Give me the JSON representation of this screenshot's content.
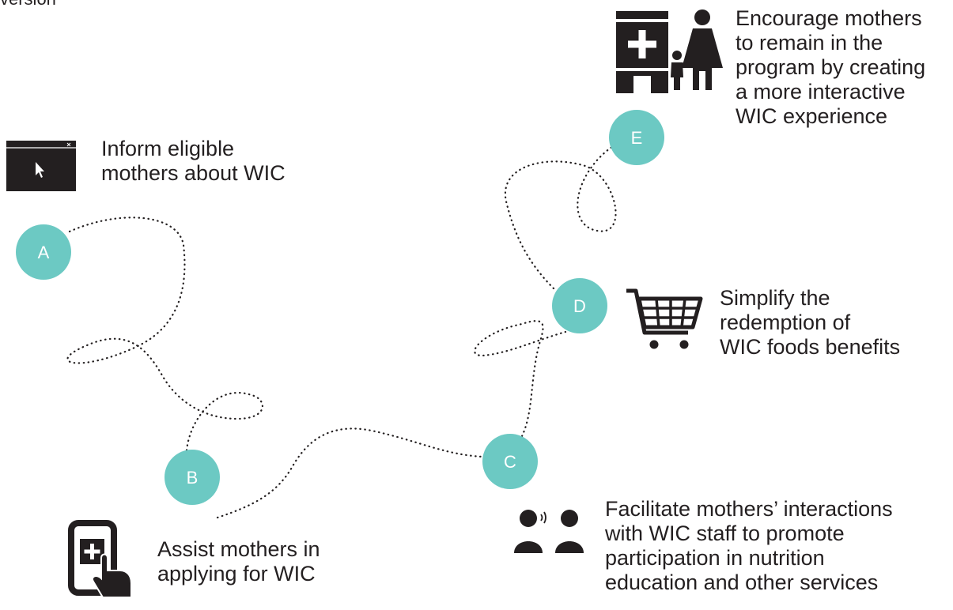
{
  "header": {
    "partial_text": "version"
  },
  "colors": {
    "node": "#6cc9c3",
    "ink": "#231f20",
    "background": "#ffffff"
  },
  "nodes": [
    {
      "letter": "A"
    },
    {
      "letter": "B"
    },
    {
      "letter": "C"
    },
    {
      "letter": "D"
    },
    {
      "letter": "E"
    }
  ],
  "steps": [
    {
      "id": "A",
      "icon": "browser-window-icon",
      "lines": [
        "Inform eligible",
        "mothers about WIC"
      ]
    },
    {
      "id": "B",
      "icon": "tablet-add-icon",
      "lines": [
        "Assist mothers in",
        "applying for WIC"
      ]
    },
    {
      "id": "C",
      "icon": "people-talking-icon",
      "lines": [
        "Facilitate mothers’ interactions",
        "with WIC staff to promote",
        "participation in nutrition",
        "education and other services"
      ]
    },
    {
      "id": "D",
      "icon": "shopping-cart-icon",
      "lines": [
        "Simplify the",
        "redemption of",
        "WIC foods benefits"
      ]
    },
    {
      "id": "E",
      "icon": "clinic-mother-child-icon",
      "lines": [
        "Encourage mothers",
        "to remain in the",
        "program by creating",
        "a more interactive",
        "WIC experience"
      ]
    }
  ]
}
